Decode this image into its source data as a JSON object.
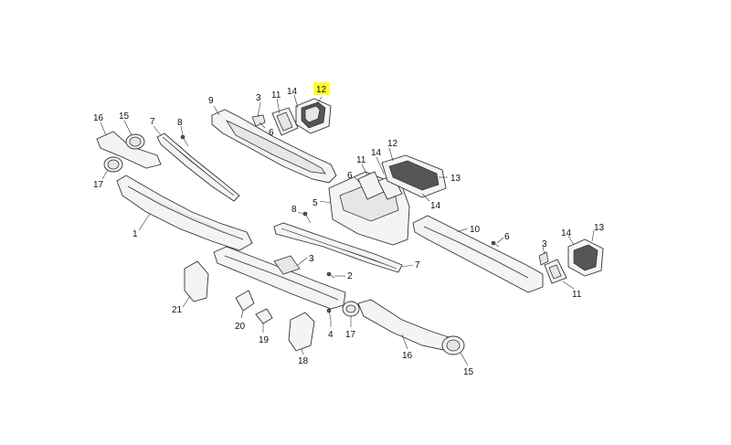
{
  "diagram": {
    "highlighted_callout": "12",
    "highlight_color": "#ffff33",
    "callouts": [
      {
        "id": "c12a",
        "text": "12",
        "highlight": true
      },
      {
        "id": "c14a",
        "text": "14"
      },
      {
        "id": "c11a",
        "text": "11"
      },
      {
        "id": "c3a",
        "text": "3"
      },
      {
        "id": "c9",
        "text": "9"
      },
      {
        "id": "c6a",
        "text": "6"
      },
      {
        "id": "c8a",
        "text": "8"
      },
      {
        "id": "c7a",
        "text": "7"
      },
      {
        "id": "c16a",
        "text": "16"
      },
      {
        "id": "c15a",
        "text": "15"
      },
      {
        "id": "c17a",
        "text": "17"
      },
      {
        "id": "c1",
        "text": "1"
      },
      {
        "id": "c12b",
        "text": "12"
      },
      {
        "id": "c14b",
        "text": "14"
      },
      {
        "id": "c11b",
        "text": "11"
      },
      {
        "id": "c6b",
        "text": "6"
      },
      {
        "id": "c13a",
        "text": "13"
      },
      {
        "id": "c14c",
        "text": "14"
      },
      {
        "id": "c5",
        "text": "5"
      },
      {
        "id": "c8b",
        "text": "8"
      },
      {
        "id": "c10",
        "text": "10"
      },
      {
        "id": "c6c",
        "text": "6"
      },
      {
        "id": "c3b",
        "text": "3"
      },
      {
        "id": "c14d",
        "text": "14"
      },
      {
        "id": "c13b",
        "text": "13"
      },
      {
        "id": "c11c",
        "text": "11"
      },
      {
        "id": "c7b",
        "text": "7"
      },
      {
        "id": "c3c",
        "text": "3"
      },
      {
        "id": "c2",
        "text": "2"
      },
      {
        "id": "c21",
        "text": "21"
      },
      {
        "id": "c20",
        "text": "20"
      },
      {
        "id": "c19",
        "text": "19"
      },
      {
        "id": "c18",
        "text": "18"
      },
      {
        "id": "c4",
        "text": "4"
      },
      {
        "id": "c17b",
        "text": "17"
      },
      {
        "id": "c16b",
        "text": "16"
      },
      {
        "id": "c15b",
        "text": "15"
      }
    ]
  }
}
